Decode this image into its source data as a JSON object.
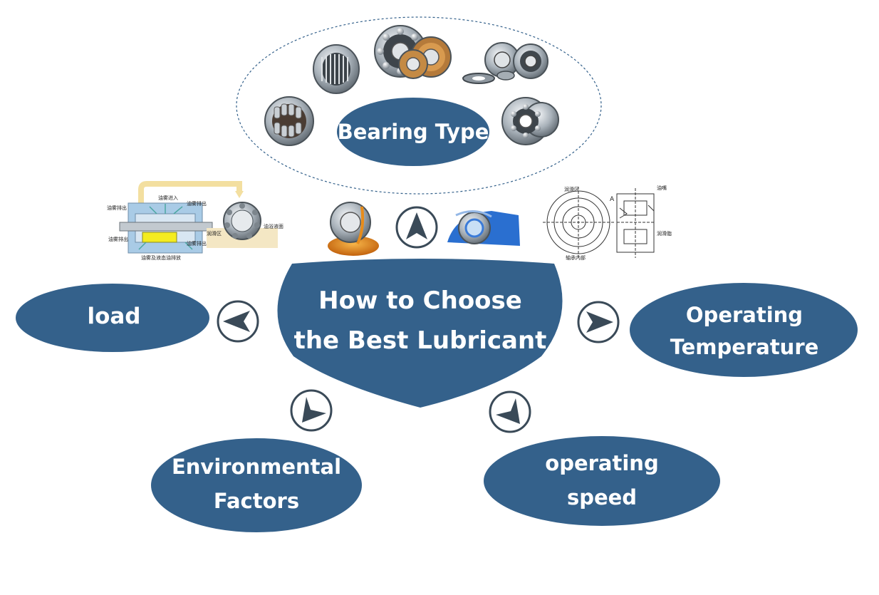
{
  "colors": {
    "node": "#34618b",
    "arrow": "#3a4a58",
    "dashed": "#34618b",
    "text": "#ffffff"
  },
  "nodes": {
    "bearing_type": "Bearing Type",
    "center_line1": "How to Choose",
    "center_line2": "the Best Lubricant",
    "load": "load",
    "temperature_line1": "Operating",
    "temperature_line2": "Temperature",
    "environment_line1": "Environmental",
    "environment_line2": "Factors",
    "speed_line1": "operating",
    "speed_line2": "speed"
  },
  "illustrations": {
    "lubrication_diagram_labels": [
      "油雾进入",
      "油雾排出",
      "油雾排出",
      "油雾排出",
      "油雾排出",
      "油雾及液态油排放",
      "油浴液面",
      "润滑区"
    ],
    "seal_drawing_labels": [
      "润滑区",
      "A",
      "油嘴",
      "润滑脂",
      "轴承内部"
    ]
  },
  "icons": [
    "arrow-up-icon",
    "arrow-left-icon",
    "arrow-right-icon",
    "arrow-down-left-icon",
    "arrow-down-right-icon"
  ]
}
